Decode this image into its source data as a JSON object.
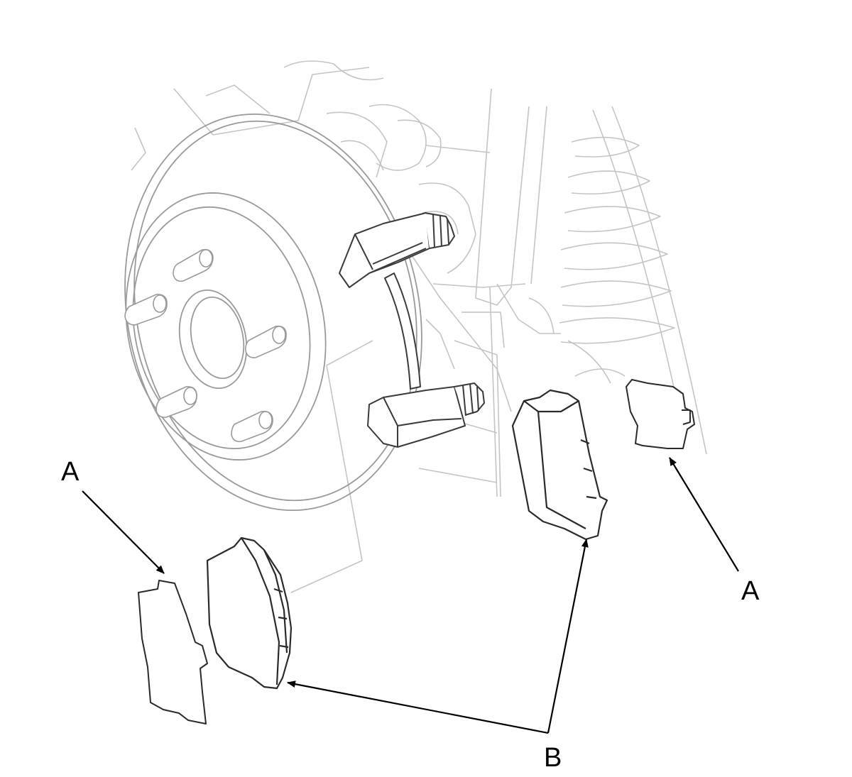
{
  "callouts": {
    "a_left": "A",
    "a_right": "A",
    "b": "B"
  },
  "colors": {
    "background": "#ffffff",
    "faint_line": "#c4c4c4",
    "mid_line": "#8a8a8a",
    "part_line": "#2a2a2a",
    "arrow": "#000000"
  },
  "parts": {
    "shims": "A",
    "pads": "B"
  }
}
